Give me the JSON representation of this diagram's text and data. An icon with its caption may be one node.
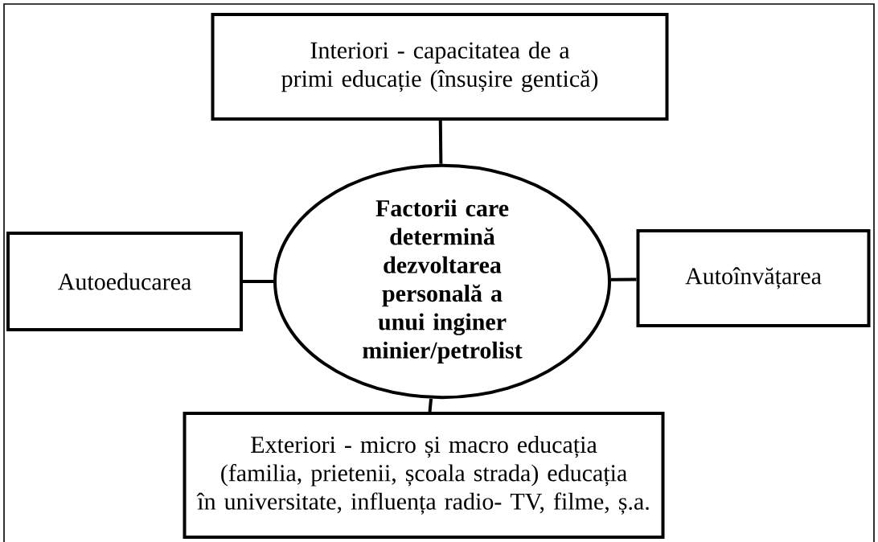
{
  "diagram": {
    "nodes": [
      {
        "text": [
          "Interiori - capacitatea de a primi educație (însușire gentică)"
        ]
      },
      {
        "text": [
          "Factorii care determină dezvoltarea personală a unui inginer minier/petrolist"
        ]
      },
      {
        "text": [
          "Autoeducarea"
        ]
      },
      {
        "text": [
          "Autoînvățarea"
        ]
      },
      {
        "text": [
          "Exteriori - micro și macro educația (familia, prietenii, școala strada) educația în universitate, influența radio- TV, filme, ș.a."
        ]
      }
    ],
    "edges": [
      {
        "from": 0,
        "to": 1,
        "arrow": "none"
      },
      {
        "from": 1,
        "to": 2,
        "arrow": "none"
      },
      {
        "from": 1,
        "to": 3,
        "arrow": "none"
      },
      {
        "from": 1,
        "to": 4,
        "arrow": "none"
      }
    ]
  }
}
